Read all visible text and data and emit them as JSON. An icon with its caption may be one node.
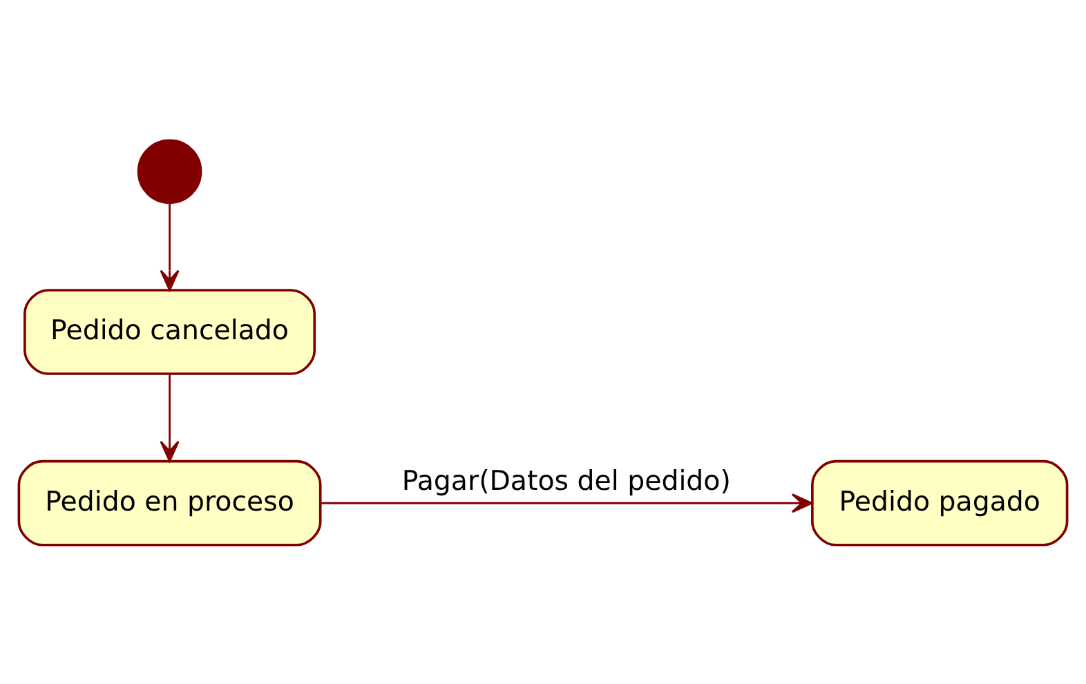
{
  "diagram": {
    "nodes": [
      {
        "text": [],
        "shape": "circle"
      },
      {
        "text": [
          "Pedido cancelado"
        ]
      },
      {
        "text": [
          "Pedido en proceso"
        ]
      },
      {
        "text": [
          "Pedido pagado"
        ]
      }
    ],
    "edges": [
      {
        "from": 0,
        "to": 1,
        "arrow": "to"
      },
      {
        "from": 1,
        "to": 2,
        "arrow": "to"
      },
      {
        "from": 2,
        "to": 3,
        "arrow": "to",
        "label": "Pagar(Datos del pedido)"
      }
    ]
  }
}
